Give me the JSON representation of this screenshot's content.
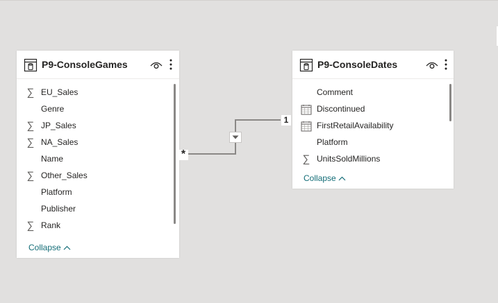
{
  "tables": [
    {
      "title": "P9-ConsoleGames",
      "fields": [
        {
          "name": "EU_Sales",
          "icon": "sigma-icon"
        },
        {
          "name": "Genre",
          "icon": ""
        },
        {
          "name": "JP_Sales",
          "icon": "sigma-icon"
        },
        {
          "name": "NA_Sales",
          "icon": "sigma-icon"
        },
        {
          "name": "Name",
          "icon": ""
        },
        {
          "name": "Other_Sales",
          "icon": "sigma-icon"
        },
        {
          "name": "Platform",
          "icon": ""
        },
        {
          "name": "Publisher",
          "icon": ""
        },
        {
          "name": "Rank",
          "icon": "sigma-icon"
        }
      ],
      "collapse_label": "Collapse"
    },
    {
      "title": "P9-ConsoleDates",
      "fields": [
        {
          "name": "Comment",
          "icon": ""
        },
        {
          "name": "Discontinued",
          "icon": "calendar-icon"
        },
        {
          "name": "FirstRetailAvailability",
          "icon": "calendar-icon"
        },
        {
          "name": "Platform",
          "icon": ""
        },
        {
          "name": "UnitsSoldMillions",
          "icon": "sigma-icon"
        }
      ],
      "collapse_label": "Collapse"
    }
  ],
  "relationship": {
    "from_cardinality": "*",
    "to_cardinality": "1",
    "cross_filter_icon": "triangle-down-icon"
  },
  "colors": {
    "canvas": "#e1e0df",
    "link": "#136d77",
    "line": "#8a8886"
  }
}
